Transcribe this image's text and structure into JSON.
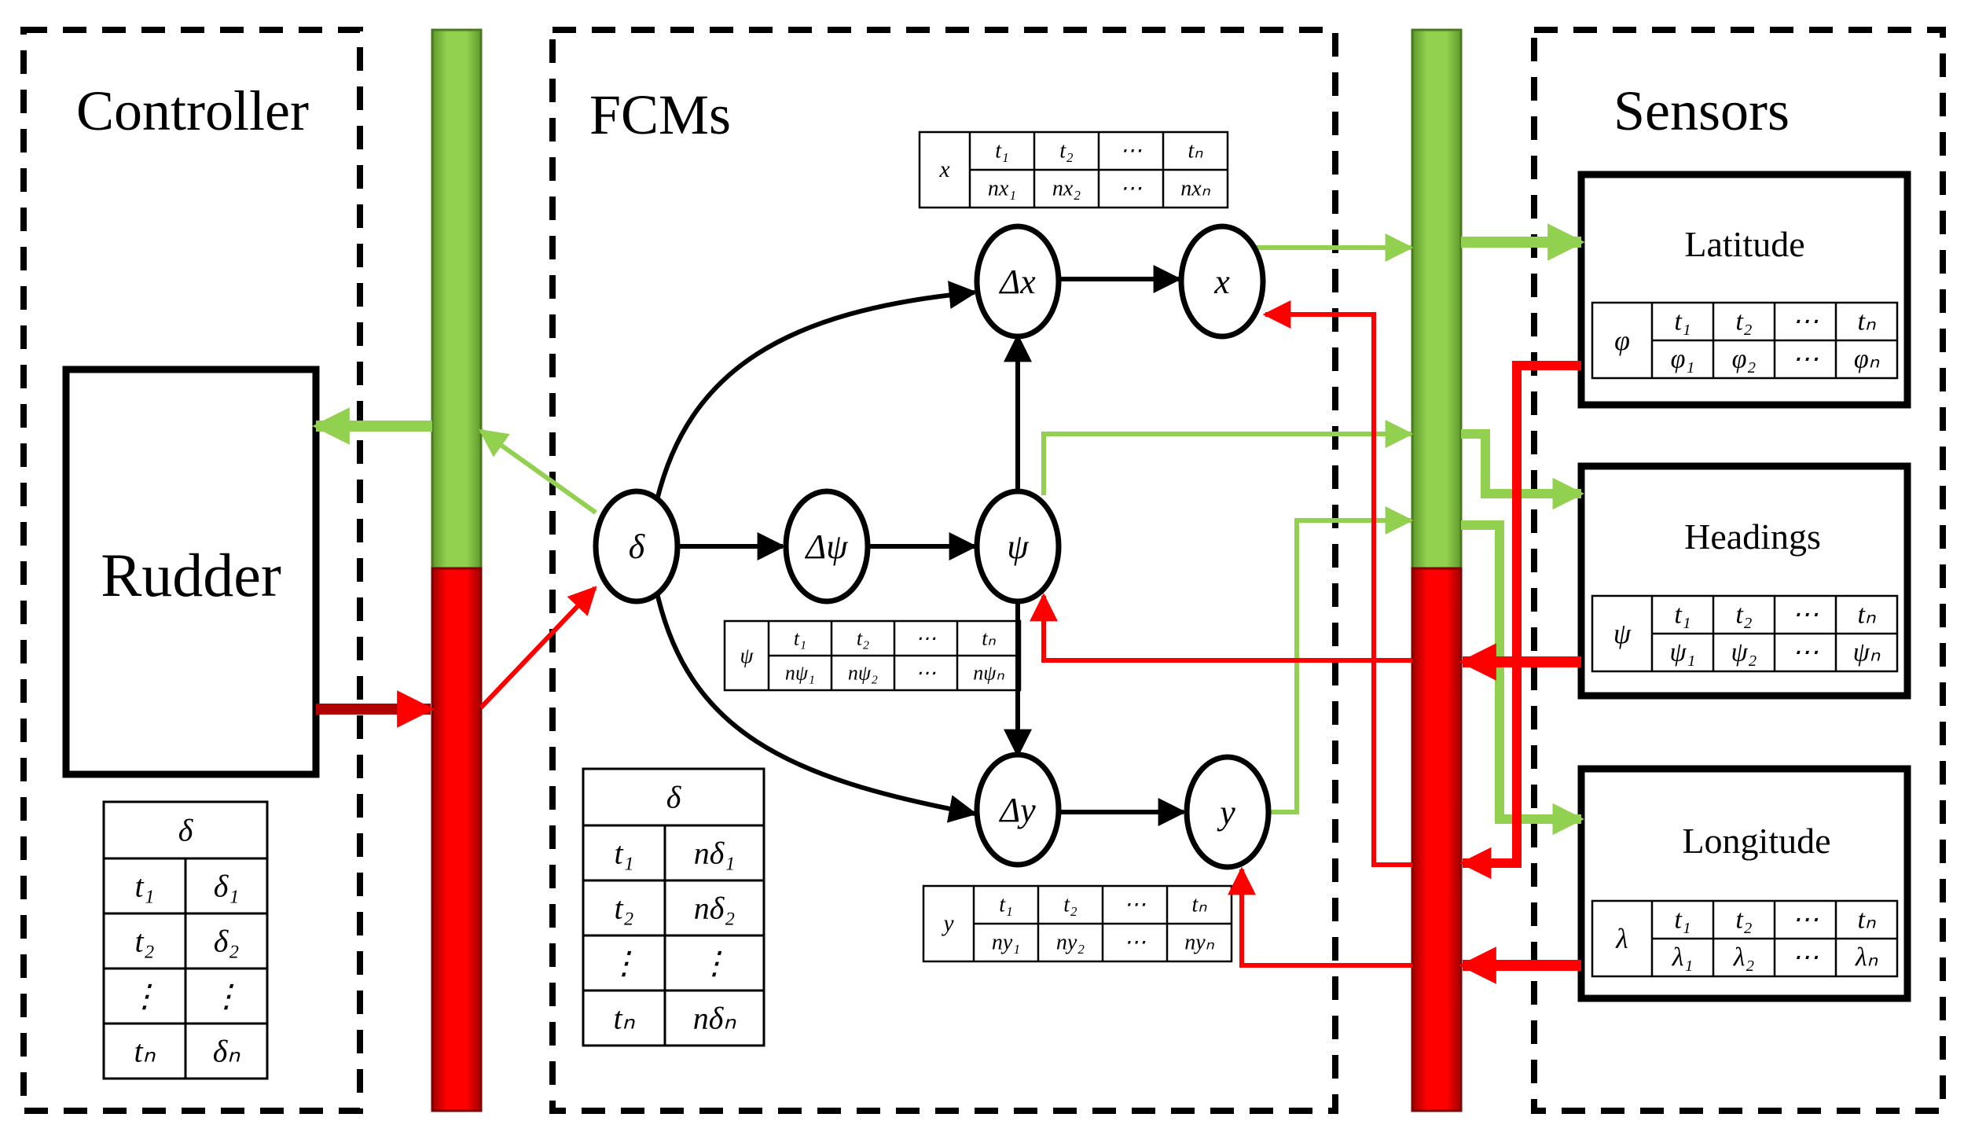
{
  "panels": {
    "controller": "Controller",
    "fcms": "FCMs",
    "sensors": "Sensors"
  },
  "controller": {
    "rudder_label": "Rudder"
  },
  "nodes": {
    "delta": "δ",
    "dpsi": "Δψ",
    "psi": "ψ",
    "dx": "Δx",
    "x": "x",
    "dy": "Δy",
    "y": "y"
  },
  "sensors": {
    "latitude": "Latitude",
    "headings": "Headings",
    "longitude": "Longitude"
  },
  "tables": {
    "rudder": {
      "header": "δ",
      "rows": [
        [
          "t₁",
          "δ₁"
        ],
        [
          "t₂",
          "δ₂"
        ],
        [
          "⋮",
          "⋮"
        ],
        [
          "tₙ",
          "δₙ"
        ]
      ]
    },
    "fcm_delta": {
      "header": "δ",
      "rows": [
        [
          "t₁",
          "nδ₁"
        ],
        [
          "t₂",
          "nδ₂"
        ],
        [
          "⋮",
          "⋮"
        ],
        [
          "tₙ",
          "nδₙ"
        ]
      ]
    },
    "x": {
      "label": "x",
      "top": [
        "t₁",
        "t₂",
        "⋯",
        "tₙ"
      ],
      "bottom": [
        "nx₁",
        "nx₂",
        "⋯",
        "nxₙ"
      ]
    },
    "psi": {
      "label": "ψ",
      "top": [
        "t₁",
        "t₂",
        "⋯",
        "tₙ"
      ],
      "bottom": [
        "nψ₁",
        "nψ₂",
        "⋯",
        "nψₙ"
      ]
    },
    "y": {
      "label": "y",
      "top": [
        "t₁",
        "t₂",
        "⋯",
        "tₙ"
      ],
      "bottom": [
        "ny₁",
        "ny₂",
        "⋯",
        "nyₙ"
      ]
    },
    "latitude": {
      "label": "φ",
      "top": [
        "t₁",
        "t₂",
        "⋯",
        "tₙ"
      ],
      "bottom": [
        "φ₁",
        "φ₂",
        "⋯",
        "φₙ"
      ]
    },
    "headings": {
      "label": "ψ",
      "top": [
        "t₁",
        "t₂",
        "⋯",
        "tₙ"
      ],
      "bottom": [
        "ψ₁",
        "ψ₂",
        "⋯",
        "ψₙ"
      ]
    },
    "longitude": {
      "label": "λ",
      "top": [
        "t₁",
        "t₂",
        "⋯",
        "tₙ"
      ],
      "bottom": [
        "λ₁",
        "λ₂",
        "⋯",
        "λₙ"
      ]
    }
  },
  "colors": {
    "green": "#92d050",
    "green_dark": "#5f9a2a",
    "red": "#ff0000",
    "red_dark": "#a00000",
    "black": "#000000"
  }
}
